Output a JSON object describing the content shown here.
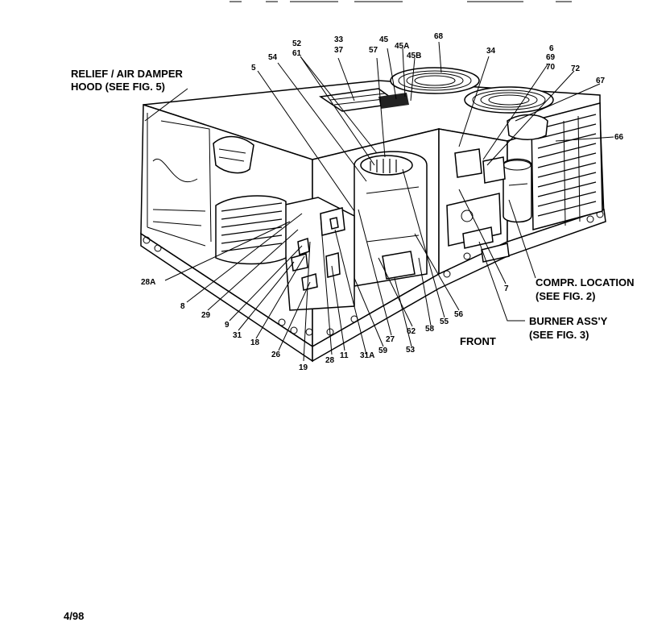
{
  "labels": {
    "relief_hood_line1": "RELIEF / AIR DAMPER",
    "relief_hood_line2": "HOOD (SEE FIG. 5)",
    "compr_line1": "COMPR. LOCATION",
    "compr_line2": "(SEE FIG. 2)",
    "burner_line1": "BURNER ASS'Y",
    "burner_line2": "(SEE FIG. 3)",
    "front": "FRONT",
    "date": "4/98"
  },
  "callouts": {
    "c52": "52",
    "c61": "61",
    "c33": "33",
    "c37": "37",
    "c45": "45",
    "c45A": "45A",
    "c45B": "45B",
    "c68": "68",
    "c57": "57",
    "c54": "54",
    "c5": "5",
    "c34": "34",
    "c6": "6",
    "c69": "69",
    "c70": "70",
    "c72": "72",
    "c67": "67",
    "c66": "66",
    "c28A": "28A",
    "c8": "8",
    "c29": "29",
    "c9": "9",
    "c31": "31",
    "c18": "18",
    "c26": "26",
    "c19": "19",
    "c28": "28",
    "c11": "11",
    "c31A": "31A",
    "c59": "59",
    "c53": "53",
    "c27": "27",
    "c62": "62",
    "c58": "58",
    "c55": "55",
    "c56": "56",
    "c7": "7"
  }
}
